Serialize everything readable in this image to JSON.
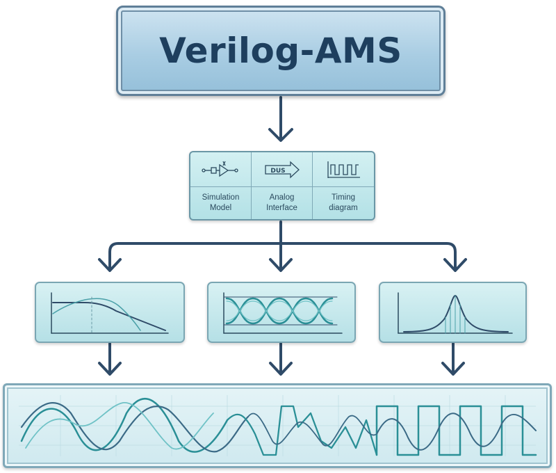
{
  "title": "Verilog-AMS",
  "modules": [
    {
      "label": "Simulation\nModel",
      "icon": "amplifier-circuit-icon"
    },
    {
      "label": "Analog\nInterface",
      "icon": "bus-arrow-icon",
      "icon_text": "DUS"
    },
    {
      "label": "Timing\ndiagram",
      "icon": "square-wave-icon"
    }
  ],
  "outputs": [
    {
      "icon": "frequency-response-chart-icon"
    },
    {
      "icon": "eye-diagram-chart-icon"
    },
    {
      "icon": "gaussian-distribution-chart-icon"
    }
  ],
  "colors": {
    "title_text": "#1e3f5e",
    "arrow": "#2f4b68",
    "accent_teal": "#2a8f96",
    "panel_fill": "#b3e1e6"
  }
}
